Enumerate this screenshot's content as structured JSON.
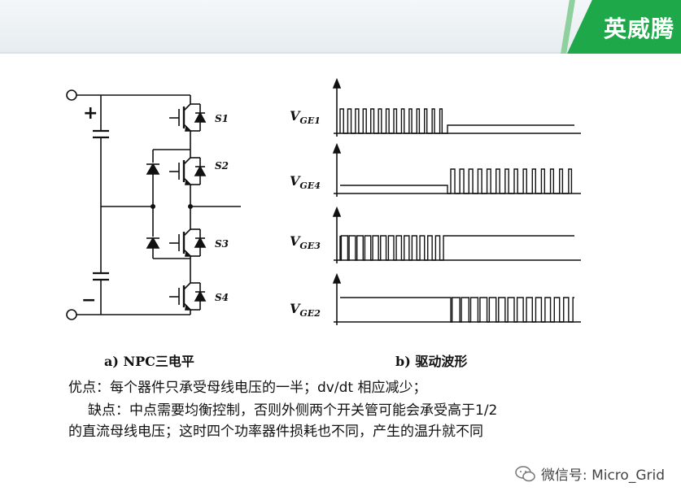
{
  "header": {
    "brand": "英威腾"
  },
  "figure": {
    "caption_a": "a) NPC三电平",
    "caption_b": "b) 驱动波形",
    "circuit": {
      "plus": "+",
      "minus": "−",
      "switches": [
        "S1",
        "S2",
        "S3",
        "S4"
      ]
    },
    "waveforms": [
      {
        "label_main": "V",
        "label_sub": "GE1"
      },
      {
        "label_main": "V",
        "label_sub": "GE4"
      },
      {
        "label_main": "V",
        "label_sub": "GE3"
      },
      {
        "label_main": "V",
        "label_sub": "GE2"
      }
    ]
  },
  "notes": {
    "line1": "优点：每个器件只承受母线电压的一半；dv/dt 相应减少；",
    "line2": "缺点：中点需要均衡控制，否则外侧两个开关管可能会承受高于1/2",
    "line3": "的直流母线电压；这时四个功率器件损耗也不同，产生的温升就不同"
  },
  "footer": {
    "text": "微信号: Micro_Grid",
    "icon": "wechat-icon"
  }
}
